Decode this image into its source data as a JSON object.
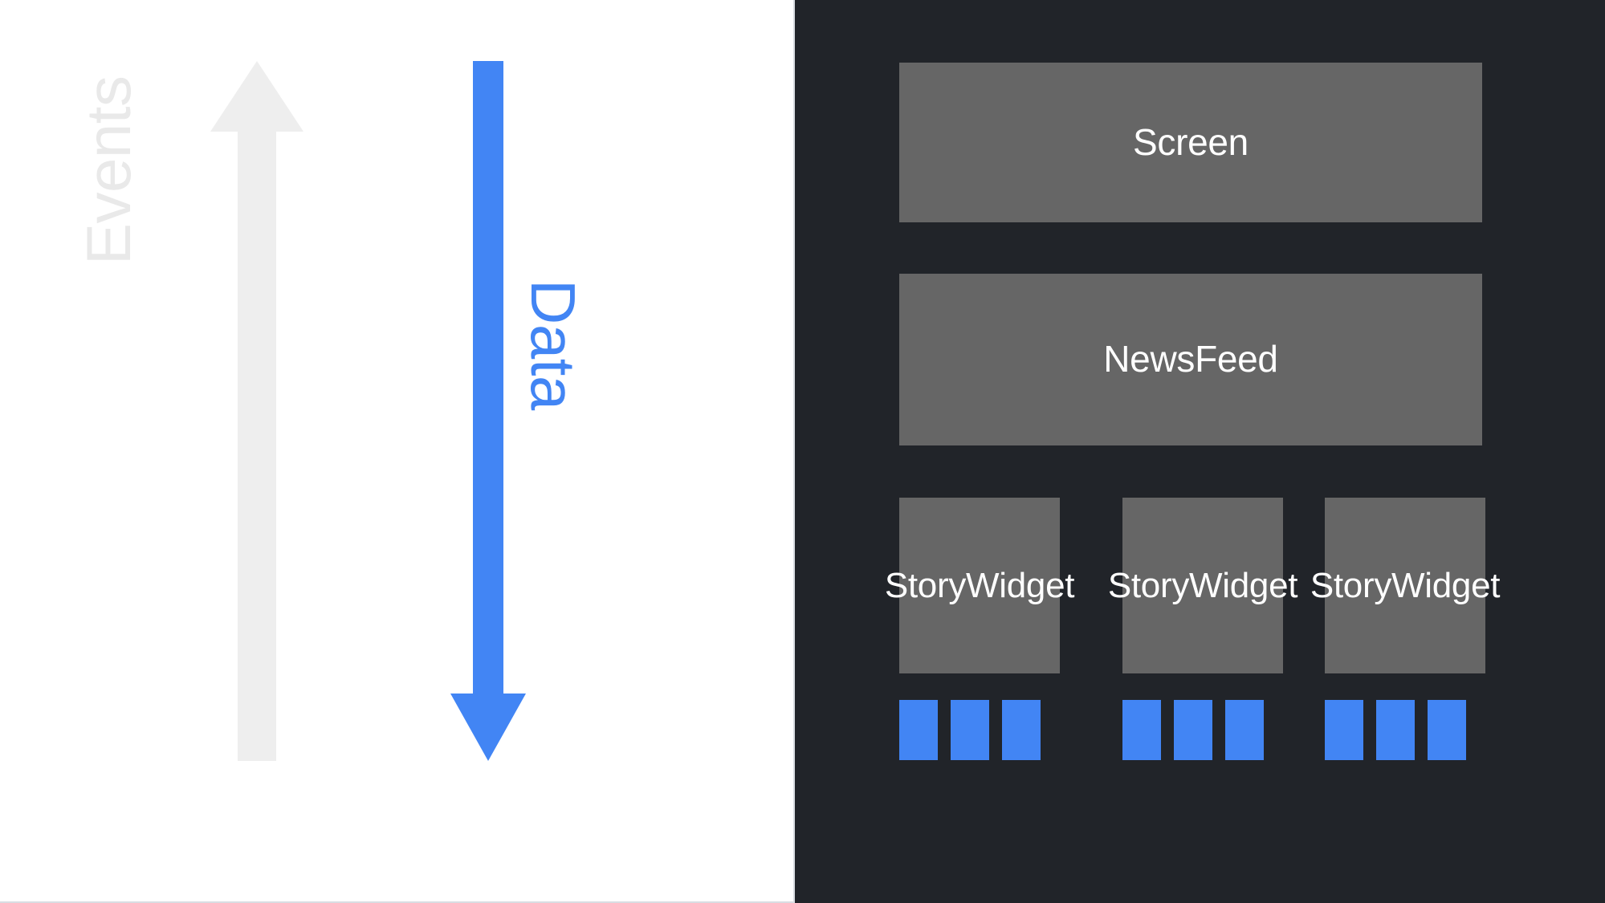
{
  "diagram": {
    "title": "Unidirectional Data Flow",
    "colors": {
      "canvas_background": "#ffffff",
      "tree_background": "#212429",
      "node_fill": "#666666",
      "node_text": "#ffffff",
      "data_accent": "#4285f4",
      "events_accent": "#e9e9e9",
      "divider": "#d9dde2"
    }
  },
  "flow": {
    "events": {
      "label": "Events",
      "direction": "up",
      "color": "#e9e9e9",
      "orientation": "vertical-rotated-ccw"
    },
    "data": {
      "label": "Data",
      "direction": "down",
      "color": "#4285f4",
      "orientation": "vertical-rotated-cw"
    }
  },
  "tree": {
    "root": {
      "label": "Screen"
    },
    "feed": {
      "label": "NewsFeed"
    },
    "story_columns": [
      {
        "widget_label": "Story\nWidget",
        "widget_line1": "Story",
        "widget_line2": "Widget",
        "leaves": [
          "leaf-1",
          "leaf-2",
          "leaf-3"
        ]
      },
      {
        "widget_label": "Story\nWidget",
        "widget_line1": "Story",
        "widget_line2": "Widget",
        "leaves": [
          "leaf-1",
          "leaf-2",
          "leaf-3"
        ]
      },
      {
        "widget_label": "Story\nWidget",
        "widget_line1": "Story",
        "widget_line2": "Widget",
        "leaves": [
          "leaf-1",
          "leaf-2",
          "leaf-3"
        ]
      }
    ]
  }
}
